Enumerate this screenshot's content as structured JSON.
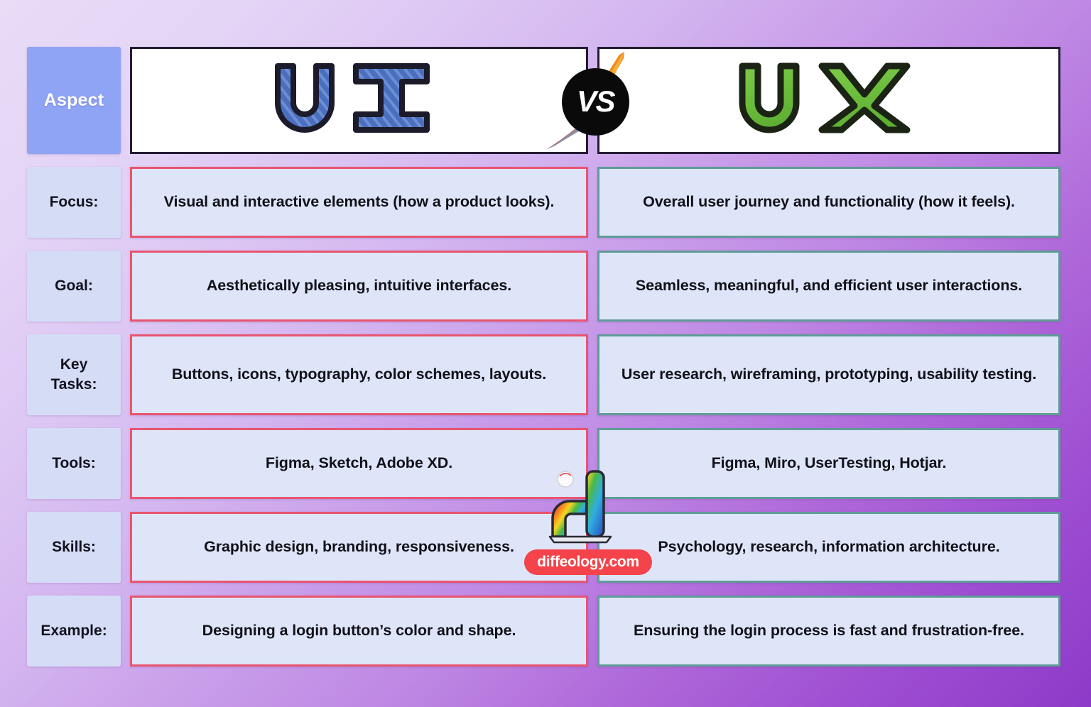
{
  "header": {
    "aspect_label": "Aspect",
    "left_title": "UI",
    "right_title": "UX",
    "vs_label": "VS",
    "left_color": "#4A6FBF",
    "right_color": "#6FBF3F"
  },
  "colors": {
    "aspect_cell_bg": "#8FA4F5",
    "rowlabel_bg": "#D5DCF5",
    "content_bg": "#DFE5F8",
    "ui_border": "#E8556F",
    "ux_border": "#5F9C97",
    "header_border": "#231D33",
    "watermark_pill": "#F4434A",
    "vs_circle": "#0A0A0A"
  },
  "rows": [
    {
      "label": "Focus:",
      "ui": "Visual and interactive elements (how a product looks).",
      "ux": "Overall user journey and functionality (how it feels)."
    },
    {
      "label": "Goal:",
      "ui": "Aesthetically pleasing, intuitive interfaces.",
      "ux": "Seamless, meaningful, and efficient user interactions."
    },
    {
      "label": "Key\nTasks:",
      "ui": "Buttons, icons, typography, color schemes, layouts.",
      "ux": "User research, wireframing, prototyping, usability testing."
    },
    {
      "label": "Tools:",
      "ui": "Figma, Sketch, Adobe XD.",
      "ux": "Figma, Miro, UserTesting, Hotjar."
    },
    {
      "label": "Skills:",
      "ui": "Graphic design, branding, responsiveness.",
      "ux": "Psychology, research, information architecture."
    },
    {
      "label": "Example:",
      "ui": "Designing a login button’s color and shape.",
      "ux": "Ensuring the login process is fast and frustration-free."
    }
  ],
  "watermark": {
    "text": "diffeology.com"
  }
}
